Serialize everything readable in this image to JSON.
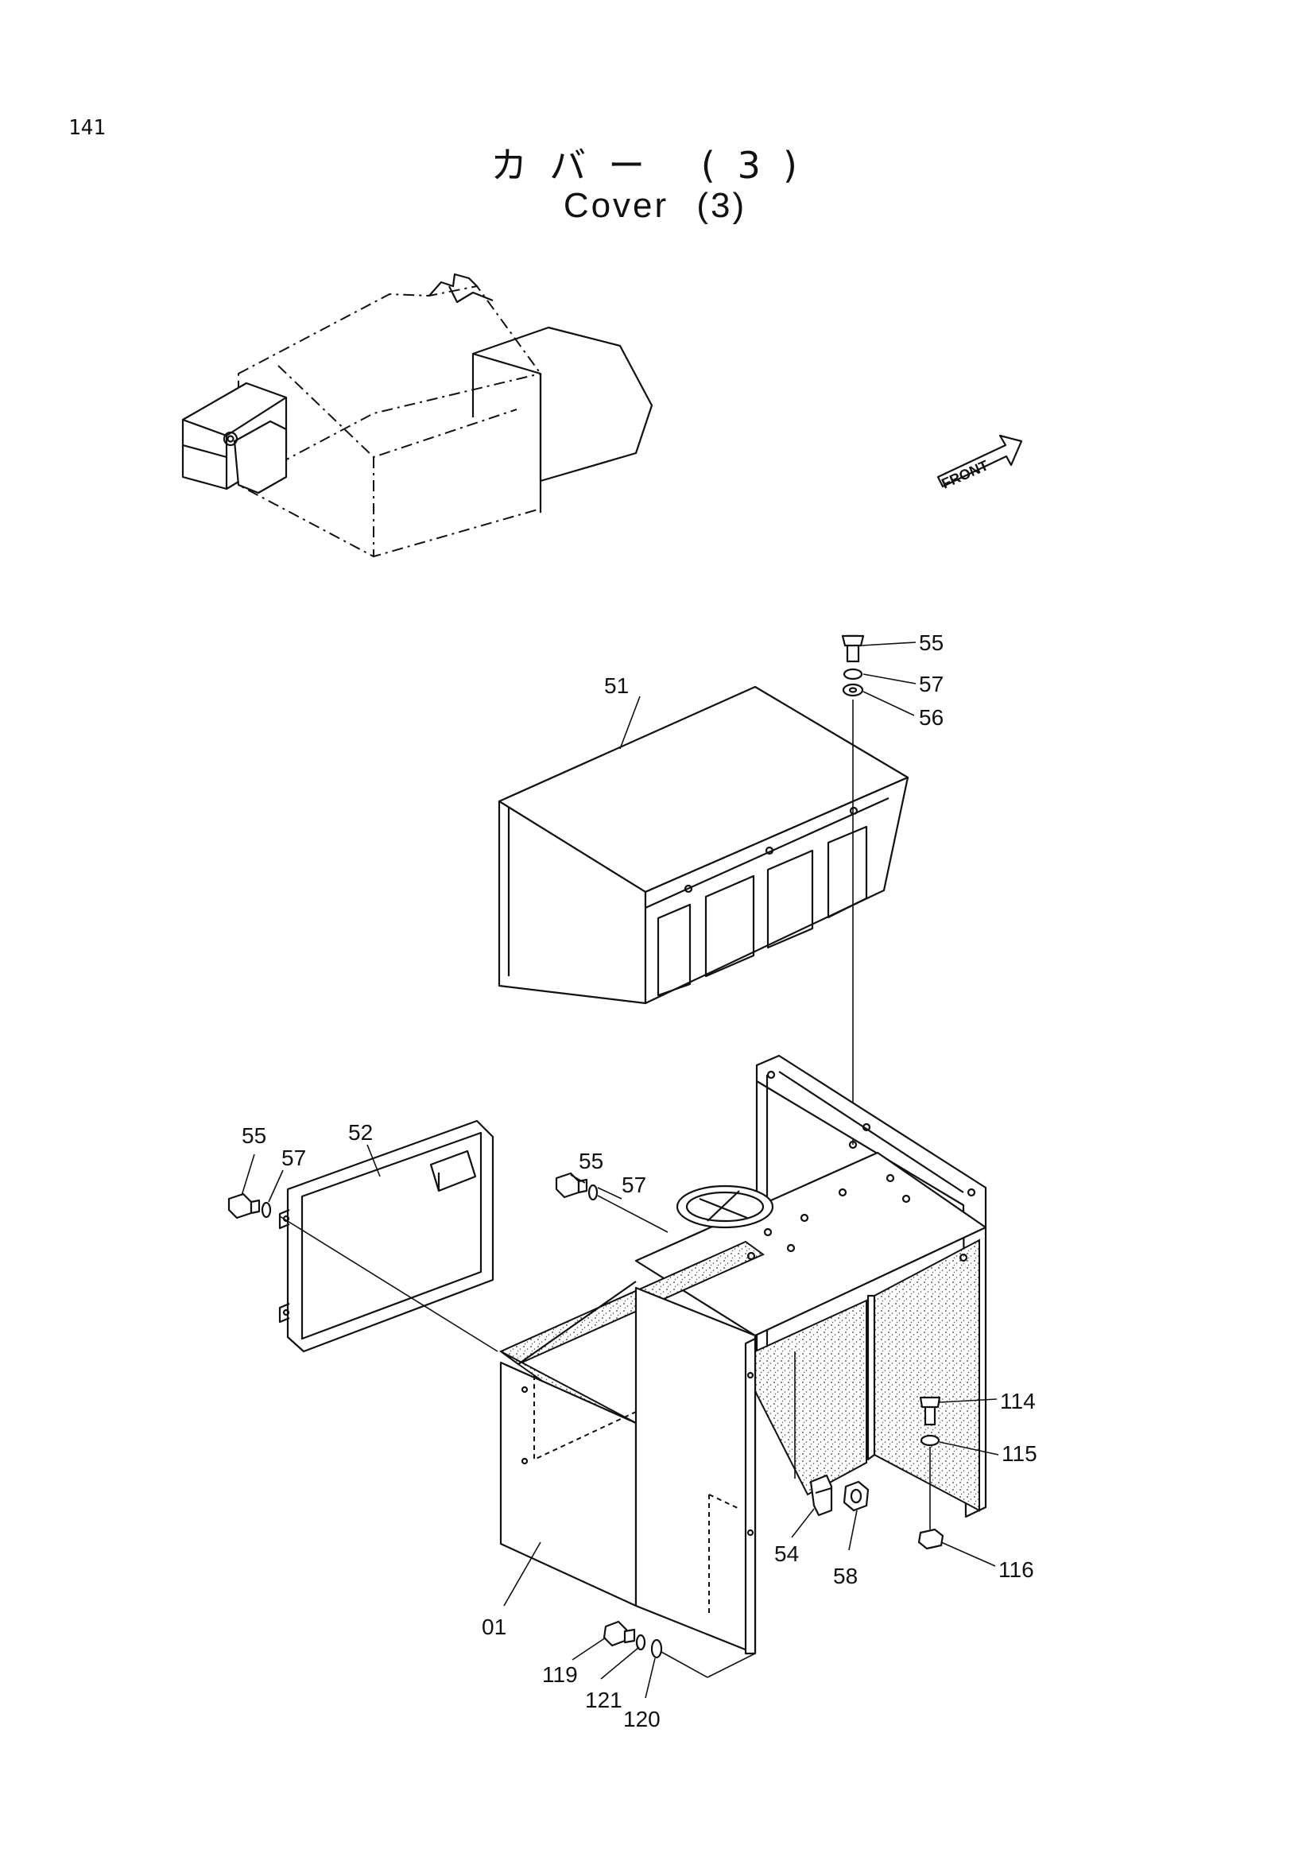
{
  "page_number": "141",
  "title": {
    "japanese": "カバー (3)",
    "english": "Cover (3)"
  },
  "front_marker": "FRONT",
  "callouts": {
    "c51": "51",
    "c55_top": "55",
    "c57_top": "57",
    "c56": "56",
    "c52": "52",
    "c55_left": "55",
    "c57_left": "57",
    "c55_mid": "55",
    "c57_mid": "57",
    "c114": "114",
    "c115": "115",
    "c116": "116",
    "c54": "54",
    "c58": "58",
    "c01": "01",
    "c119": "119",
    "c121": "121",
    "c120": "120"
  }
}
